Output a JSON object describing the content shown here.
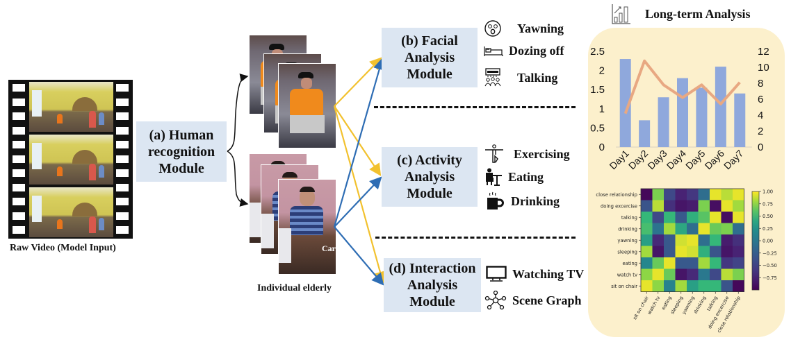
{
  "raw_video": {
    "caption": "Raw Video (Model Input)",
    "frame_count": 3
  },
  "module_a": {
    "label": "(a) Human\nrecognition\nModule"
  },
  "individual": {
    "caption": "Individual elderly",
    "overlay_text": "Car"
  },
  "module_b": {
    "label": "(b) Facial\nAnalysis\nModule",
    "items": [
      {
        "icon": "yawning-face-icon",
        "label": "Yawning"
      },
      {
        "icon": "bed-icon",
        "label": "Dozing off"
      },
      {
        "icon": "group-talking-icon",
        "label": "Talking"
      }
    ]
  },
  "module_c": {
    "label": "(c) Activity\nAnalysis\nModule",
    "items": [
      {
        "icon": "exercise-person-icon",
        "label": "Exercising"
      },
      {
        "icon": "eating-person-icon",
        "label": "Eating"
      },
      {
        "icon": "coffee-mug-icon",
        "label": "Drinking"
      }
    ]
  },
  "module_d": {
    "label": "(d) Interaction\nAnalysis\nModule",
    "items": [
      {
        "icon": "tv-monitor-icon",
        "label": "Watching TV"
      },
      {
        "icon": "scene-graph-icon",
        "label": "Scene Graph"
      }
    ]
  },
  "long_term": {
    "title": "Long-term Analysis",
    "icon": "bar-chart-trend-icon"
  },
  "colors": {
    "module_fill": "#DCE6F2",
    "panel_fill": "#FCF0CC",
    "arrow_yellow": "#F2C12E",
    "arrow_blue": "#2E6DB4",
    "bar": "#8FA8DC",
    "line": "#E8A882"
  },
  "chart_data": [
    {
      "type": "bar",
      "title": "",
      "categories": [
        "Day1",
        "Day2",
        "Day3",
        "Day4",
        "Day5",
        "Day6",
        "Day7"
      ],
      "series": [
        {
          "name": "bars (left axis)",
          "axis": "left",
          "kind": "bar",
          "values": [
            2.3,
            0.7,
            1.3,
            1.8,
            1.55,
            2.1,
            1.4
          ]
        },
        {
          "name": "line (right axis)",
          "axis": "right",
          "kind": "line",
          "values": [
            4.2,
            10.8,
            7.8,
            6.2,
            7.8,
            5.4,
            8.1
          ]
        }
      ],
      "y_left": {
        "lim": [
          0,
          2.5
        ],
        "ticks": [
          "0",
          "0.5",
          "1",
          "1.5",
          "2",
          "2.5"
        ]
      },
      "y_right": {
        "lim": [
          0,
          12
        ],
        "ticks": [
          "0",
          "2",
          "4",
          "6",
          "8",
          "10",
          "12"
        ]
      },
      "xlabel": "",
      "ylabel": "",
      "grid": false,
      "legend": "none"
    },
    {
      "type": "heatmap",
      "title": "",
      "rows": [
        "close relationship",
        "doing excercise",
        "talking",
        "drinking",
        "yawning",
        "sleeping",
        "eating",
        "watch tv",
        "sit on chair"
      ],
      "cols": [
        "sit on chair",
        "watch tv",
        "eating",
        "sleeping",
        "yawning",
        "drinking",
        "talking",
        "doing excercise",
        "close relationship"
      ],
      "values": [
        [
          -0.95,
          0.7,
          -0.45,
          -0.75,
          -0.6,
          -0.1,
          0.95,
          0.85,
          0.95
        ],
        [
          -0.35,
          0.85,
          -0.65,
          -0.85,
          -0.8,
          0.7,
          -0.9,
          0.95,
          0.8
        ],
        [
          0.5,
          -0.45,
          0.5,
          -0.3,
          0.45,
          0.6,
          0.95,
          -0.9,
          0.95
        ],
        [
          0.55,
          -0.05,
          0.8,
          0.4,
          -0.1,
          0.95,
          0.65,
          0.7,
          -0.1
        ],
        [
          0.35,
          -0.7,
          -0.3,
          0.9,
          0.95,
          -0.1,
          0.5,
          -0.8,
          -0.65
        ],
        [
          0.8,
          -0.85,
          -0.3,
          0.95,
          0.9,
          0.45,
          -0.35,
          -0.85,
          -0.75
        ],
        [
          0.15,
          0.65,
          0.95,
          -0.3,
          -0.3,
          0.8,
          0.5,
          -0.6,
          -0.5
        ],
        [
          0.75,
          0.95,
          0.65,
          -0.85,
          -0.7,
          0.0,
          -0.45,
          0.85,
          0.7
        ],
        [
          0.95,
          0.75,
          0.1,
          0.8,
          0.35,
          0.5,
          0.5,
          -0.35,
          -0.95
        ]
      ],
      "colorbar": {
        "lim": [
          -1,
          1
        ],
        "ticks": [
          "1.00",
          "0.75",
          "0.50",
          "0.25",
          "0.00",
          "−0.25",
          "−0.50",
          "−0.75"
        ],
        "colormap": "viridis"
      }
    }
  ]
}
